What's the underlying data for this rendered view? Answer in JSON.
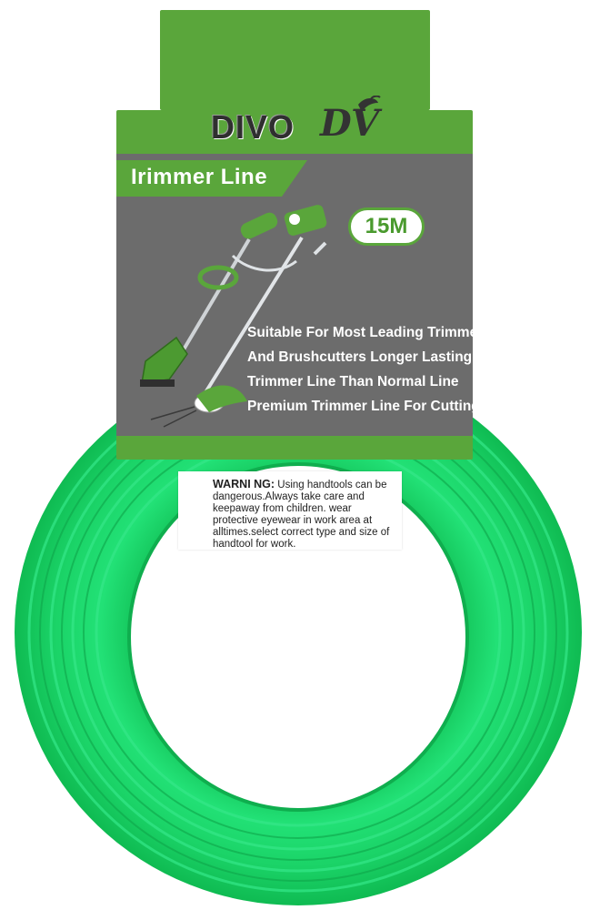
{
  "product": {
    "brand": "DIVO",
    "brand_mark": "DV",
    "title": "Irimmer Line",
    "length_badge": "15M",
    "features": [
      "Suitable For Most Leading Trimmers",
      "And Brushcutters Longer Lasting",
      "Trimmer Line Than Normal Line",
      "Premium Trimmer Line For Cutting"
    ],
    "warning_title": "WARNI NG:",
    "warning_body": "Using handtools can be dangerous.Always take care and keepaway from children. wear protective eyewear in work area at alltimes.select correct type and size of handtool for work."
  },
  "colors": {
    "card_green": "#5aa63b",
    "panel_gray": "#6c6c6c",
    "coil_green": "#1fdc6e",
    "coil_dark": "#14c25a"
  },
  "icons": {
    "trimmer_illustration": "string-trimmer-icon",
    "logo_leaf": "leaf-icon"
  }
}
